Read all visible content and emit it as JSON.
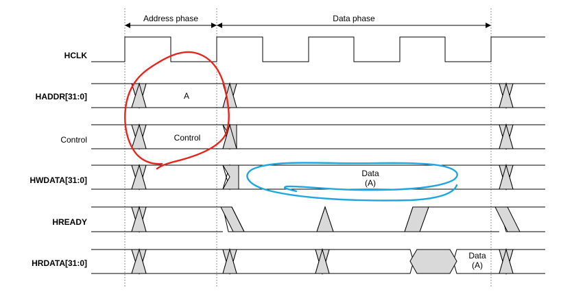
{
  "phases": {
    "address": "Address phase",
    "data": "Data phase"
  },
  "signals": {
    "hclk": "HCLK",
    "haddr": "HADDR[31:0]",
    "control": "Control",
    "hwdata": "HWDATA[31:0]",
    "hready": "HREADY",
    "hrdata": "HRDATA[31:0]"
  },
  "bus_values": {
    "haddr_a": "A",
    "control_value": "Control",
    "hwdata_line1": "Data",
    "hwdata_line2": "(A)",
    "hrdata_line1": "Data",
    "hrdata_line2": "(A)"
  },
  "annotation_colors": {
    "red_scribble": "#e8241c",
    "blue_scribble": "#1ea6e0"
  }
}
